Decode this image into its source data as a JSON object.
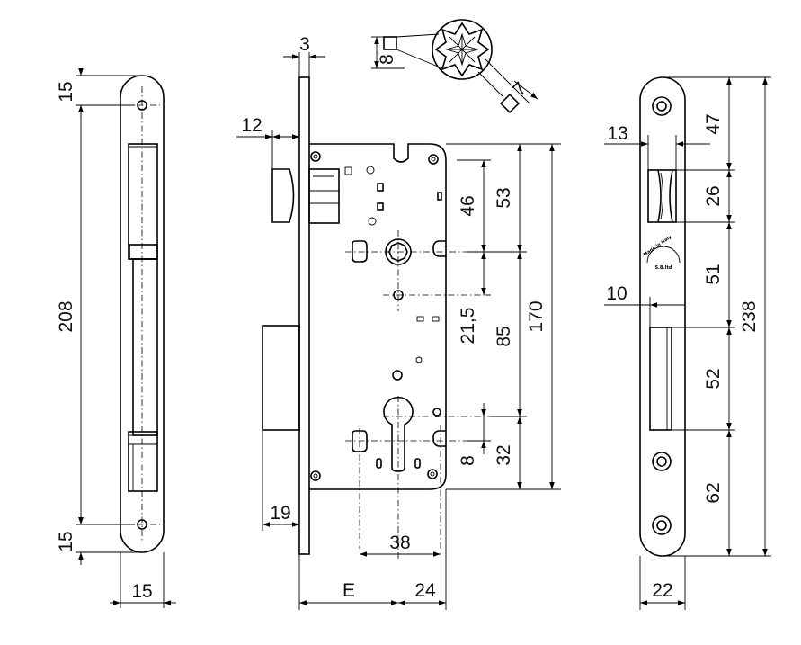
{
  "dimensions": {
    "front_plate": {
      "top": "15",
      "height": "208",
      "bottom": "15",
      "width": "15"
    },
    "lock_body": {
      "plate_thickness": "3",
      "latch_projection": "12",
      "bolt_projection": "19",
      "handle_pitch": "38",
      "backset": "E",
      "body_edge": "24",
      "spindle_to_top": "53",
      "spindle_to_hole": "46",
      "spindle_to_lower_hole": "21,5",
      "centre_distance": "85",
      "body_height": "170",
      "cylinder_to_bottom": "32",
      "cylinder_offset": "8",
      "square_size": "8",
      "star_square": "7"
    },
    "strike_plate": {
      "latch_width": "13",
      "top": "47",
      "latch_height": "26",
      "gap": "51",
      "bolt_width": "10",
      "bolt_height": "52",
      "bottom": "62",
      "height": "238",
      "width": "22"
    }
  },
  "stamp": {
    "line1": "Made in Italy",
    "line2": "S.B.ltd"
  }
}
